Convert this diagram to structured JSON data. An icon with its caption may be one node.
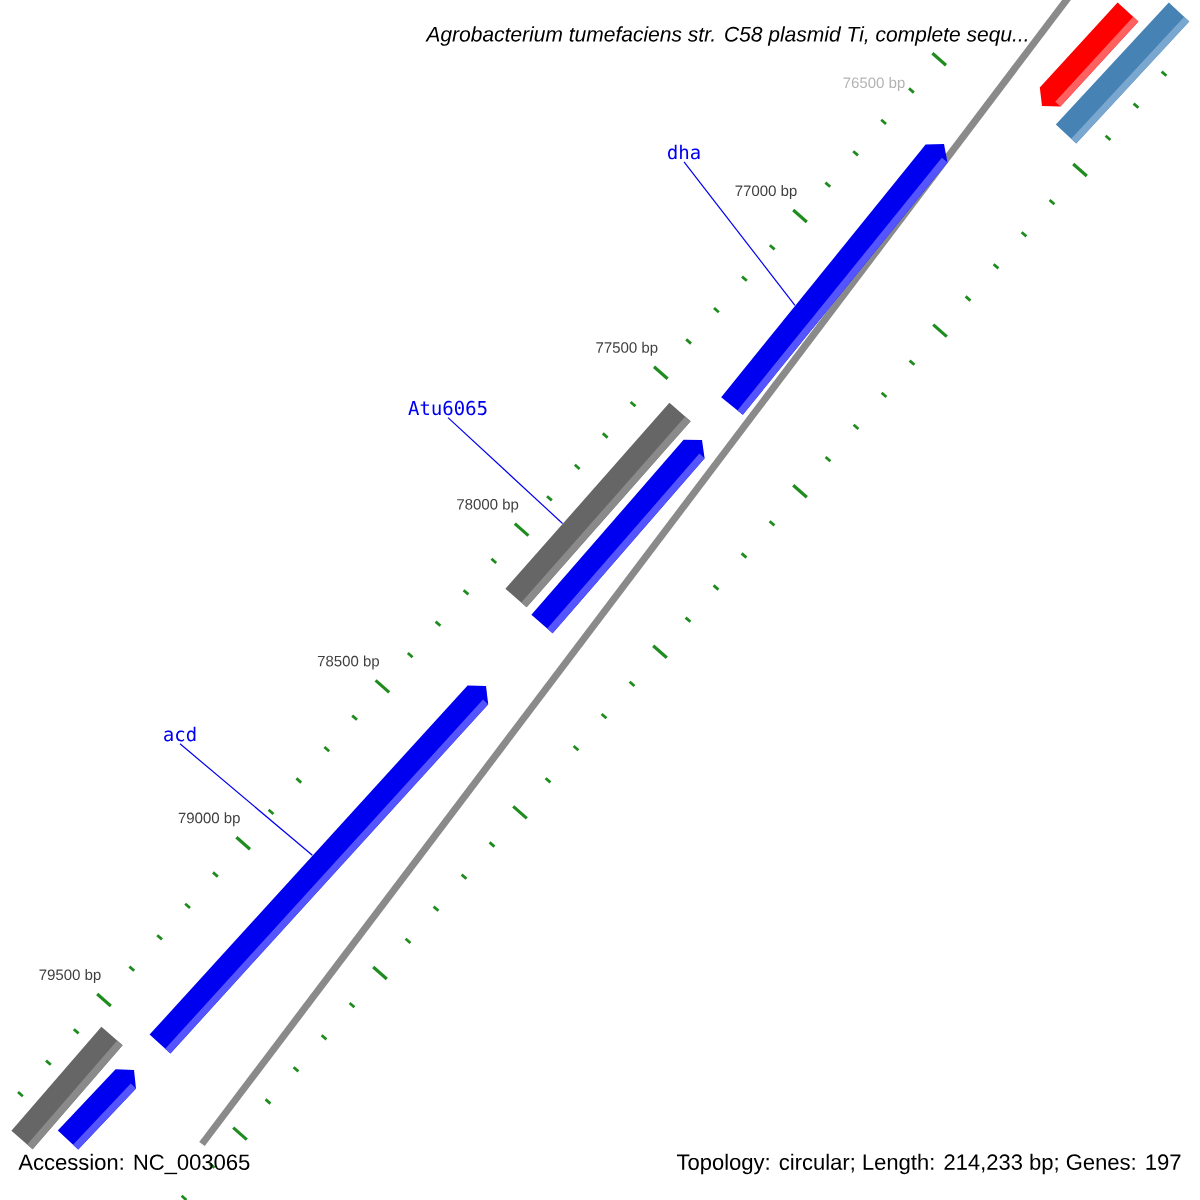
{
  "diagram": {
    "title": "Agrobacterium tumefaciens str. C58 plasmid Ti, complete sequ...",
    "nodes": [
      {
        "text": [
          "dha"
        ]
      },
      {
        "text": [
          "Atu6065"
        ]
      },
      {
        "text": [
          "acd"
        ]
      },
      {
        "text": [],
        "shape": "bar"
      },
      {
        "text": [],
        "shape": "bar"
      },
      {
        "text": [],
        "shape": "bar"
      },
      {
        "text": [],
        "shape": "bar"
      },
      {
        "text": [],
        "shape": "bar"
      },
      {
        "text": [],
        "shape": "bar"
      },
      {
        "text": [],
        "shape": "bar"
      },
      {
        "text": [],
        "shape": "bar"
      }
    ],
    "edges": [
      {
        "from": 0,
        "to": 5,
        "arrow": "none"
      },
      {
        "from": 1,
        "to": 6,
        "arrow": "none"
      },
      {
        "from": 2,
        "to": 8,
        "arrow": "none"
      }
    ],
    "labels": [
      "76500 bp",
      "77000 bp",
      "77500 bp",
      "78000 bp",
      "78500 bp",
      "79000 bp",
      "79500 bp",
      "Accession: NC_003065",
      "Topology: circular; Length: 214,233 bp; Genes: 197"
    ]
  }
}
